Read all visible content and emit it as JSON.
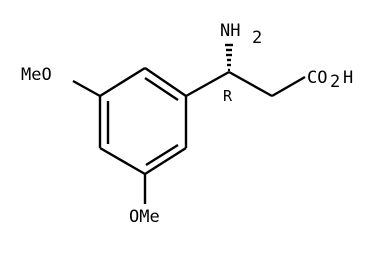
{
  "molecule": {
    "labels": {
      "amine": "NH",
      "amine_subscript": "2",
      "acid": "CO",
      "acid_subscript": "2",
      "acid_suffix": "H",
      "methoxy_top": "MeO",
      "methoxy_bottom": "OMe",
      "stereo": "R"
    }
  }
}
